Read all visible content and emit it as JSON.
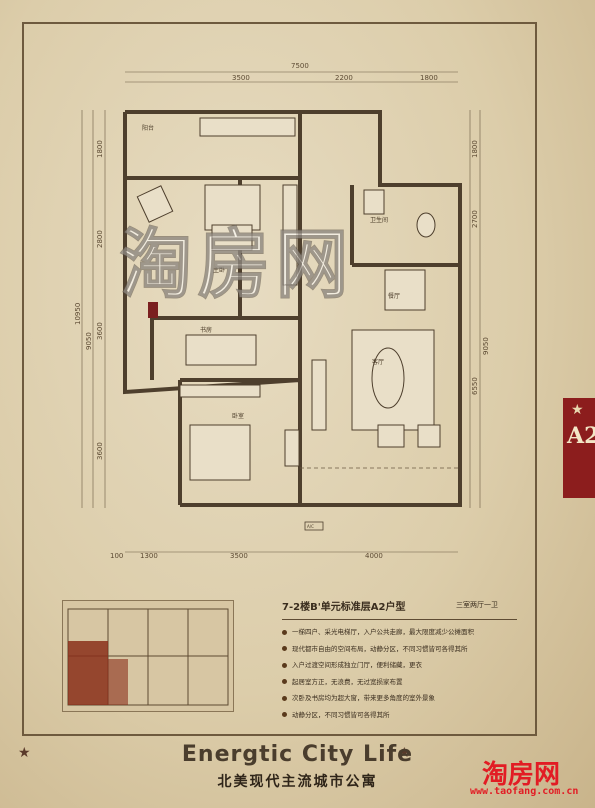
{
  "plan": {
    "dims_top": [
      "7500",
      "3500",
      "2200",
      "1800"
    ],
    "dims_bottom": [
      "100",
      "1300",
      "3500",
      "4000"
    ],
    "dims_left": [
      "1800",
      "2800",
      "10950",
      "9050",
      "3600",
      "3600"
    ],
    "dims_right": [
      "1800",
      "2700",
      "9050",
      "6550"
    ],
    "rooms": {
      "balcony": "阳台",
      "master": "主卧",
      "bath": "卫生间",
      "dining": "餐厅",
      "study": "书房",
      "living": "客厅",
      "bedroom": "卧室",
      "ac": "A/C"
    }
  },
  "watermark": "淘房网",
  "tab": {
    "code": "A2"
  },
  "info": {
    "title": "7-2楼B'单元标准层A2户型",
    "subtitle": "三室两厅一卫",
    "points": [
      "一梯四户、采光电梯厅，入户公共走廊，最大限度减少公摊面积",
      "现代都市自由的空间布局，动静分区，不同习惯皆可各得其所",
      "入户过渡空间形成独立门厅，便利储藏，更衣",
      "起居室方正，无浪费，无过宽损家布置",
      "次卧及书房均为超大窗，带来更多角度的室外景象",
      "动静分区，不同习惯皆可各得其所"
    ]
  },
  "slogan": "Energtic City Life",
  "slogan_cn": "北美现代主流城市公寓",
  "brand": {
    "name": "淘房网",
    "url": "www.taofang.com.cn"
  },
  "colors": {
    "accent": "#8c1d1d",
    "brand": "#e21c24",
    "wall": "#5a4a35"
  }
}
